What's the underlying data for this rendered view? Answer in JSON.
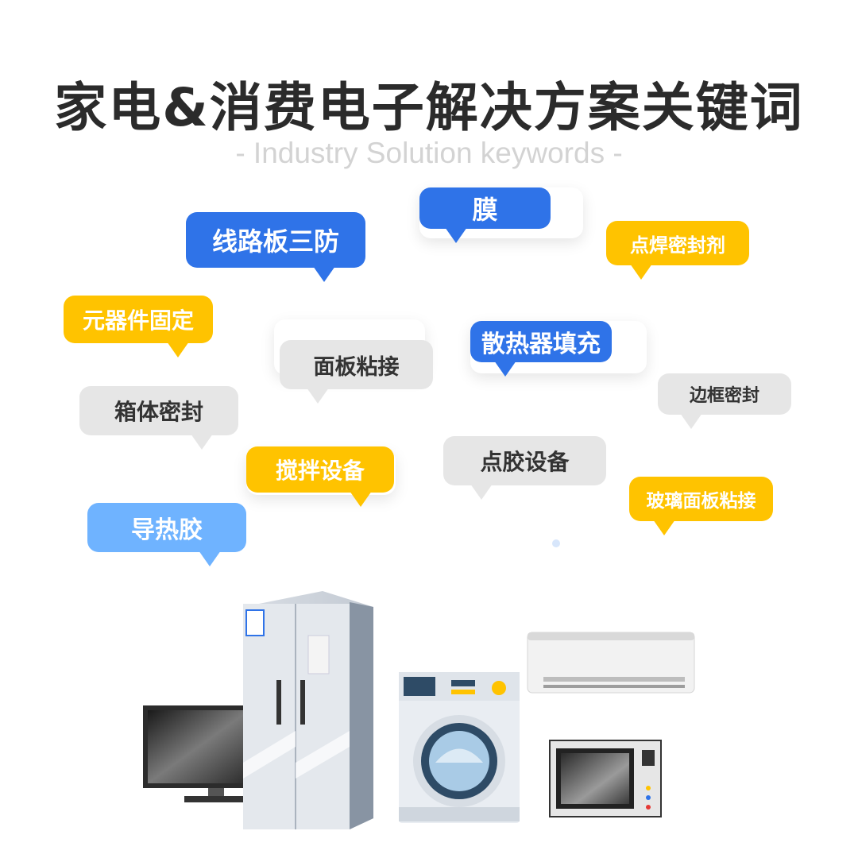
{
  "header": {
    "title": "家电&消费电子解决方案关键词",
    "subtitle": "- Industry Solution keywords -"
  },
  "keywords": [
    {
      "label": "膜",
      "style": "blue"
    },
    {
      "label": "线路板三防",
      "style": "blue"
    },
    {
      "label": "点焊密封剂",
      "style": "yellow"
    },
    {
      "label": "元器件固定",
      "style": "yellow"
    },
    {
      "label": "面板粘接",
      "style": "gray"
    },
    {
      "label": "散热器填充",
      "style": "blue"
    },
    {
      "label": "边框密封",
      "style": "gray"
    },
    {
      "label": "箱体密封",
      "style": "gray"
    },
    {
      "label": "点胶设备",
      "style": "gray"
    },
    {
      "label": "搅拌设备",
      "style": "yellow"
    },
    {
      "label": "玻璃面板粘接",
      "style": "yellow"
    },
    {
      "label": "导热胶",
      "style": "light-blue"
    }
  ],
  "colors": {
    "blue": "#2f73e8",
    "yellow": "#ffc300",
    "gray": "#e6e6e6",
    "light_blue": "#6fb3ff",
    "title": "#2b2b2b",
    "subtitle": "#d3d3d3"
  },
  "illustration": {
    "items": [
      "tv-icon",
      "refrigerator-icon",
      "washing-machine-icon",
      "air-conditioner-icon",
      "microwave-icon"
    ]
  }
}
